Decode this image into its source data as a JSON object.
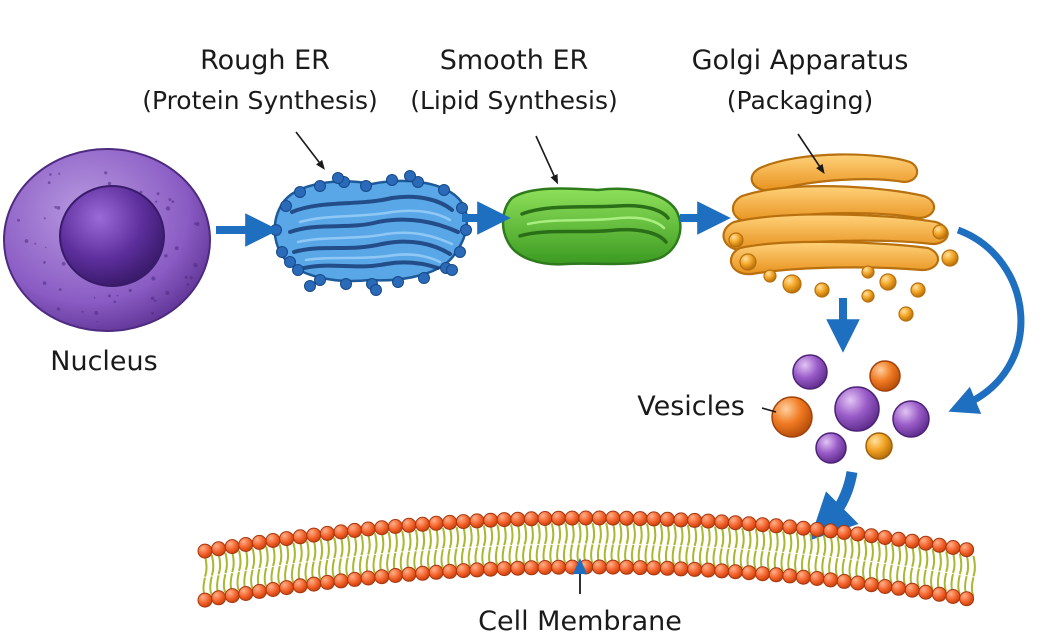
{
  "labels": {
    "nucleus": "Nucleus",
    "rough_er_title": "Rough ER",
    "rough_er_sub": "(Protein Synthesis)",
    "smooth_er_title": "Smooth ER",
    "smooth_er_sub": "(Lipid Synthesis)",
    "golgi_title": "Golgi Apparatus",
    "golgi_sub": "(Packaging)",
    "vesicles": "Vesicles",
    "membrane": "Cell Membrane"
  },
  "colors": {
    "nucleus": "#8a5cc4",
    "rough_er": "#4a9be0",
    "smooth_er": "#5cbc3c",
    "golgi": "#f4a83a",
    "arrow": "#1f6fc0",
    "vesicle_purple": "#9a5cc8",
    "vesicle_orange": "#f07a22",
    "membrane_head": "#f05a22",
    "membrane_tail": "#a8b830"
  }
}
